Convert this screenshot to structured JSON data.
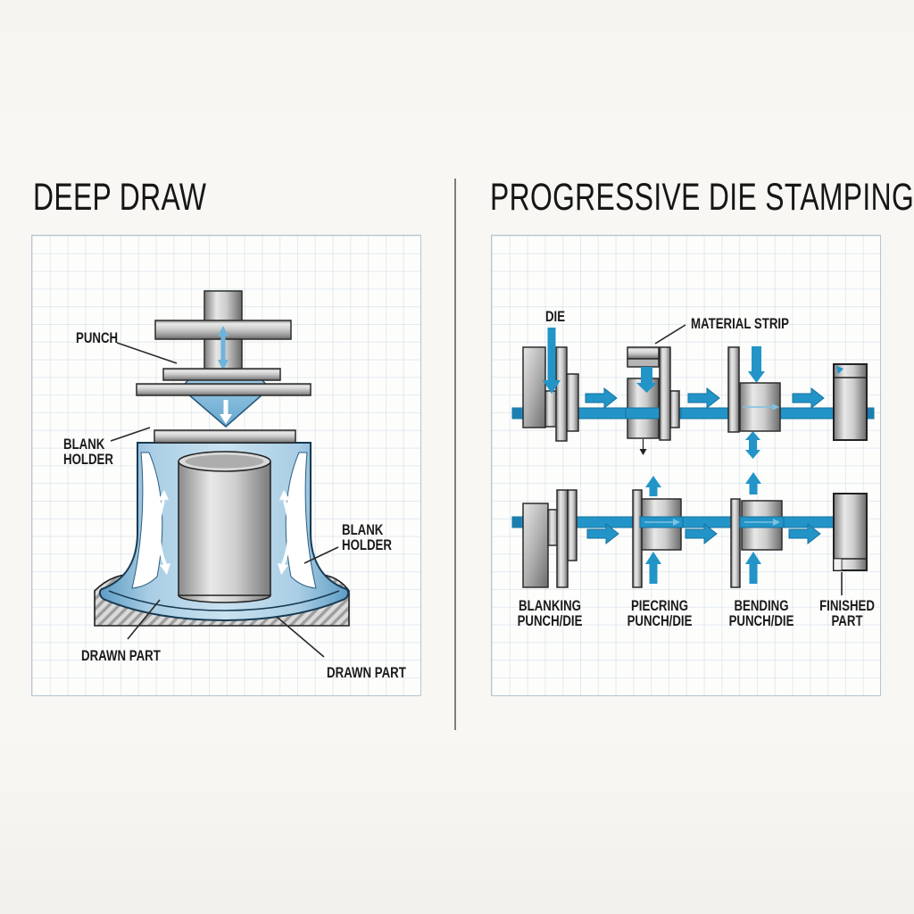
{
  "deep_draw": {
    "title": "DEEP DRAW",
    "labels": {
      "punch": "PUNCH",
      "blank_holder_line1": "BLANK",
      "blank_holder_line2": "HOLDER",
      "drawn_part": "DRAWN PART"
    }
  },
  "progressive": {
    "title": "PROGRESSIVE DIE STAMPING",
    "labels": {
      "die": "DIE",
      "material_strip": "MATERIAL STRIP",
      "blanking": "BLANKING",
      "piercing": "PIECRING",
      "bending": "BENDING",
      "punch_die": "PUNCH/DIE",
      "finished_line1": "FINISHED",
      "finished_line2": "PART"
    }
  },
  "colors": {
    "accent_blue": "#2294c8",
    "light_blue": "#6db4dc",
    "cup_blue_light": "#c9e2f0",
    "cup_blue_dark": "#5e9cc4",
    "metal_light": "#e9e9e9",
    "metal_dark": "#6f6f6f",
    "background": "#f7f6f2",
    "grid_line": "#dbe4ec"
  }
}
